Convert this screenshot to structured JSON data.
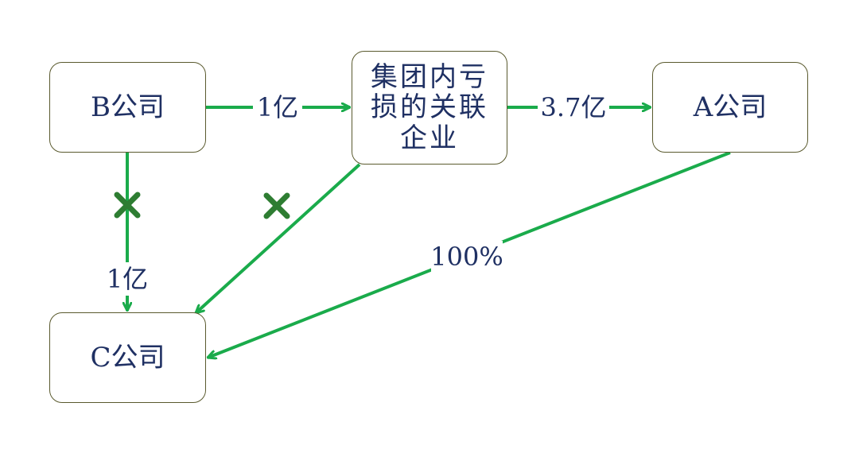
{
  "nodes": {
    "b": "B公司",
    "group": "集团内亏损的关联企业",
    "a": "A公司",
    "c": "C公司"
  },
  "edges": {
    "b_to_group": "1亿",
    "group_to_a": "3.7亿",
    "b_to_c": "1亿",
    "a_to_c": "100%"
  },
  "colors": {
    "arrow": "#1aab4b",
    "cross": "#2e7d32",
    "node_border": "#5a5a2e",
    "text": "#1f3063"
  }
}
